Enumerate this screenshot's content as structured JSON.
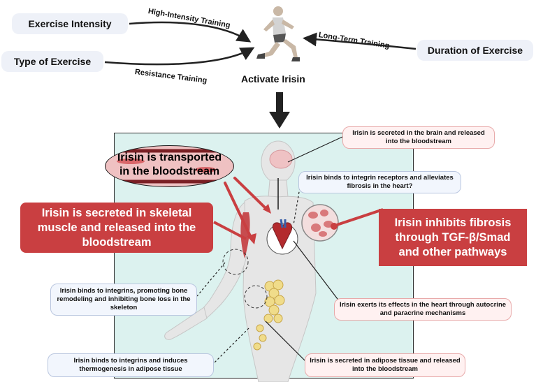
{
  "factors": {
    "intensity": "Exercise Intensity",
    "type": "Type of Exercise",
    "duration": "Duration of Exercise"
  },
  "pathways": {
    "high_intensity": "High-Intensity Training",
    "long_term": "Long-Term Training",
    "resistance": "Resistance Training"
  },
  "center_label": "Activate Irisin",
  "bloodstream_callout": "Irisin is transported in the bloodstream",
  "red_boxes": {
    "skeletal_muscle": "Irisin is secreted in skeletal muscle and released into the bloodstream",
    "fibrosis": "Irisin inhibits fibrosis through TGF-β/Smad and other pathways"
  },
  "notes": {
    "brain": "Irisin is secreted in the brain and released into the bloodstream",
    "heart_receptors": "Irisin binds to integrin receptors and alleviates fibrosis in the heart?",
    "bone": "Irisin binds to integrins, promoting bone remodeling and inhibiting bone loss in the skeleton",
    "heart_autocrine": "Irisin exerts its effects in the heart through autocrine and paracrine mechanisms",
    "thermogenesis": "Irisin binds to integrins and induces thermogenesis in adipose tissue",
    "adipose": "Irisin is secreted in adipose tissue and released into the bloodstream"
  },
  "colors": {
    "accent_red": "#c93f41",
    "panel_bg": "#dcf2ef",
    "factor_bg": "#eef1f8",
    "note_pink_bg": "#fff1f1",
    "note_blue_bg": "#f2f6fd",
    "vessel": "#7a1f24"
  },
  "icons": {
    "runner": "runner-icon",
    "down_arrow": "down-arrow-icon",
    "body": "human-body-icon",
    "heart": "heart-icon",
    "fibrosis_tissue": "fibrosis-tissue-icon",
    "adipose": "adipose-tissue-icon",
    "brain": "brain-icon"
  }
}
